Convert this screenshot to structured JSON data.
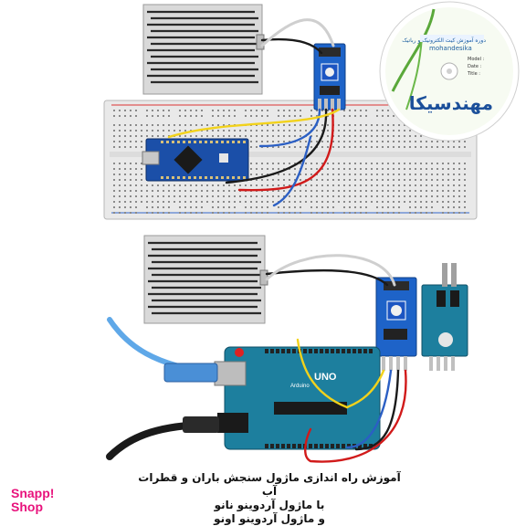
{
  "disc": {
    "header": "دوره آموزش کیت الکترونیک و رباتیک",
    "site": "mohandesika",
    "field_labels": [
      "Model :",
      "Date :",
      "Title :"
    ],
    "logo_text": "مهندسیکا"
  },
  "boards": {
    "uno_brand": "UNO",
    "uno_sub": "Arduino"
  },
  "caption": {
    "line1": "آموزش راه اندازی ماژول سنجش باران و قطرات آب",
    "line2": "با ماژول آردوینو نانو",
    "line3": "و ماژول آردوینو اونو"
  },
  "brand": {
    "line1": "Snapp!",
    "line2": "Shop"
  },
  "colors": {
    "breadboard": "#e9e9e9",
    "module_blue": "#1e63c8",
    "nano_blue": "#1b4fa8",
    "uno_teal": "#1d7f9e",
    "sensor_plate": "#d9d9d9",
    "wire_red": "#d11a1a",
    "wire_blue": "#2b5fc4",
    "wire_yellow": "#f2d21b",
    "brand_pink": "#e8127c"
  }
}
